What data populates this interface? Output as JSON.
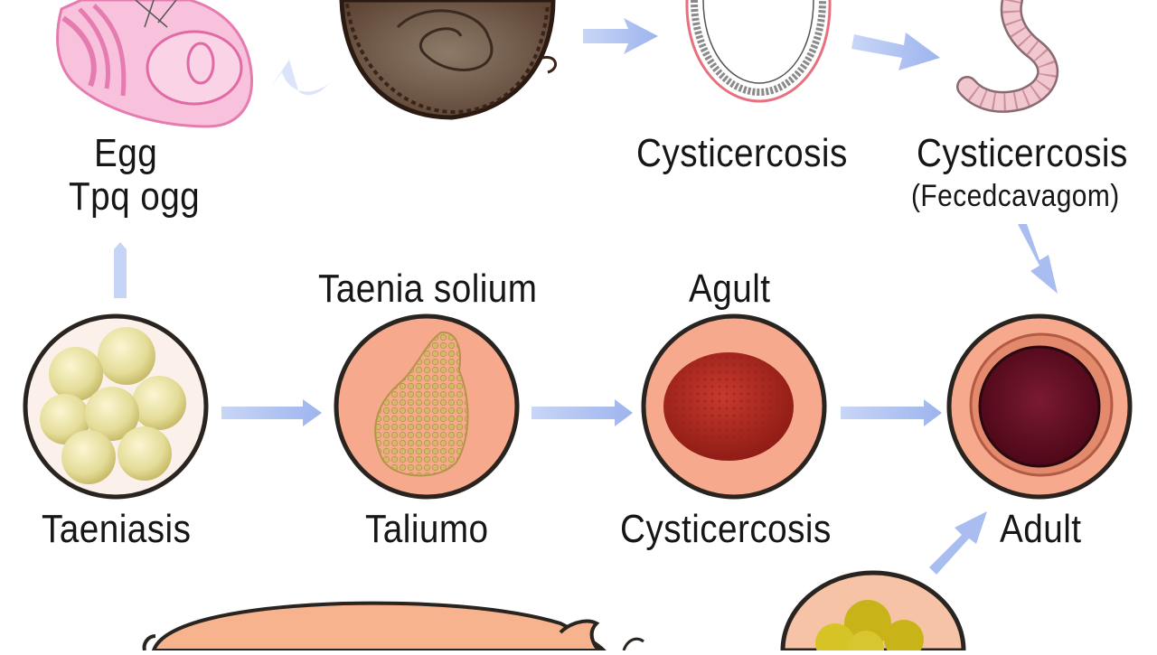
{
  "diagram": {
    "colors": {
      "arrow": "#9fb6ee",
      "outline": "#2a2420",
      "pink": "#f2a2c8",
      "salmon": "#f5a88c",
      "cyst_red": "#b8231f",
      "adult_core": "#5a0a1c",
      "egg_yellow": "#e8e0a0"
    },
    "nodes": {
      "egg": {
        "title": "Egg",
        "subtitle": "Tpq ogg",
        "icon": "egg-cell-icon"
      },
      "brown_egg": {
        "icon": "embryonated-egg-icon"
      },
      "ring_cyst": {
        "title": "Cysticercosis",
        "icon": "cyst-ring-icon"
      },
      "worm": {
        "title": "Cysticercosis",
        "subtitle": "(Fecedcavagom)",
        "icon": "worm-icon"
      },
      "taeniasis": {
        "bottom_label": "Taeniasis",
        "icon": "egg-cluster-icon"
      },
      "taenia_solium": {
        "top_label": "Taenia solium",
        "bottom_label": "Taliumo",
        "icon": "scolex-icon"
      },
      "agult": {
        "top_label": "Agult",
        "bottom_label": "Cysticercosis",
        "icon": "red-cyst-icon"
      },
      "adult": {
        "bottom_label": "Adult",
        "icon": "adult-cyst-icon"
      },
      "pig": {
        "icon": "pig-icon"
      },
      "cluster_bottom": {
        "icon": "yellow-egg-cluster-icon"
      }
    }
  }
}
